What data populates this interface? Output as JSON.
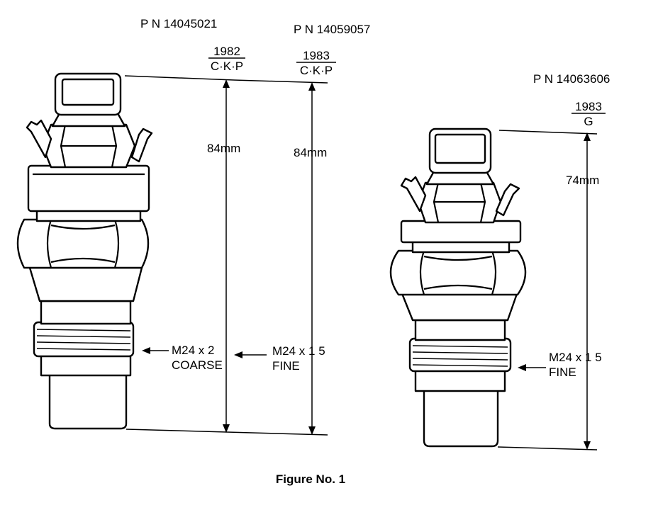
{
  "parts": [
    {
      "part_number": "P  N 14045021",
      "year": "1982",
      "models": "C·K·P",
      "length": "84mm",
      "thread": "M24 x 2",
      "thread_type": "COARSE"
    },
    {
      "part_number": "P  N 14059057",
      "year": "1983",
      "models": "C·K·P",
      "length": "84mm",
      "thread": "M24 x 1 5",
      "thread_type": "FINE"
    },
    {
      "part_number": "P  N 14063606",
      "year": "1983",
      "models": "G",
      "length": "74mm",
      "thread": "M24 x 1 5",
      "thread_type": "FINE"
    }
  ],
  "caption": "Figure No. 1",
  "colors": {
    "ink": "#000000",
    "paper": "#ffffff"
  }
}
